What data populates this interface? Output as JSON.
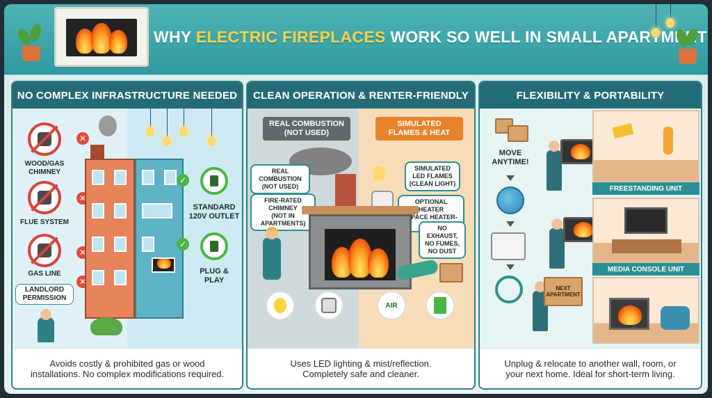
{
  "header": {
    "title_prefix": "WHY ",
    "title_highlight": "ELECTRIC FIREPLACES",
    "title_suffix": " WORK SO WELL IN SMALL APARTMENTS"
  },
  "panels": {
    "infrastructure": {
      "heading": "NO COMPLEX INFRASTRUCTURE NEEDED",
      "items": [
        {
          "label": "WOOD/GAS\nCHIMNEY"
        },
        {
          "label": "FLUE SYSTEM"
        },
        {
          "label": "GAS LINE"
        },
        {
          "label": "LANDLORD\nPERMISSION"
        }
      ],
      "outlet_label": "STANDARD\n120V OUTLET",
      "plug_label": "PLUG &\nPLAY",
      "footer": "Avoids costly & prohibited gas or wood installations. No complex modifications required."
    },
    "clean": {
      "heading": "CLEAN OPERATION & RENTER-FRIENDLY",
      "tag_left": "REAL COMBUSTION\n(NOT USED)",
      "tag_right": "SIMULATED\nFLAMES & HEAT",
      "bubble_combustion": "REAL COMBUSTION\n(NOT USED)",
      "bubble_chimney": "FIRE-RATED\nCHIMNEY\n(NOT IN APARTMENTS)",
      "bubble_led": "SIMULATED\nLED FLAMES\n(CLEAN LIGHT)",
      "bubble_heater": "OPTIONAL HEATER\n(SPACE HEATER-LIKE)",
      "bubble_exhaust": "NO EXHAUST,\nNO FUMES,\nNO DUST",
      "air_label": "AIR",
      "footer": "Uses LED lighting & mist/reflection. Completely safe and cleaner."
    },
    "flexibility": {
      "heading": "FLEXIBILITY & PORTABILITY",
      "move_label": "MOVE\nANYTIME!",
      "rooms": [
        {
          "label": "FREESTANDING UNIT"
        },
        {
          "label": "MEDIA CONSOLE UNIT"
        }
      ],
      "box_label": "NEXT\nAPARTMENT",
      "footer": "Unplug & relocate to another wall, room, or your next home. Ideal for short-term living."
    }
  }
}
